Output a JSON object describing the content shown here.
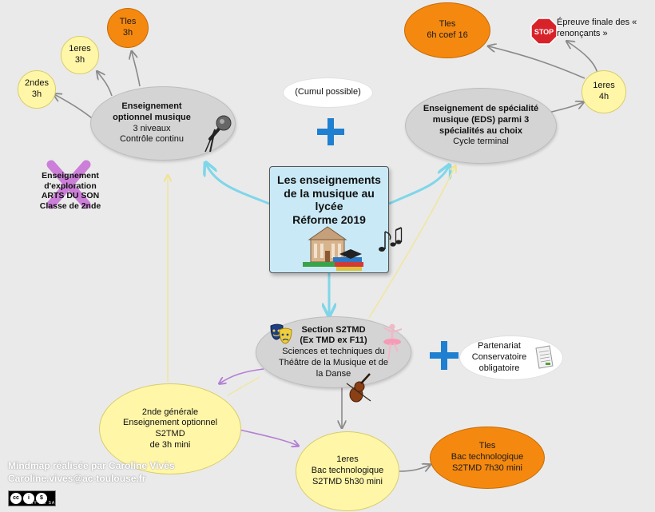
{
  "center": {
    "title_lines": [
      "Les enseignements",
      "de la musique au",
      "lycée",
      "Réforme 2019"
    ]
  },
  "optional": {
    "title": "Enseignement optionnel musique",
    "lines": [
      "3 niveaux",
      "Contrôle continu"
    ],
    "levels": [
      {
        "name": "2ndes",
        "hours": "3h"
      },
      {
        "name": "1eres",
        "hours": "3h"
      },
      {
        "name": "Tles",
        "hours": "3h"
      }
    ]
  },
  "specialty": {
    "title": "Enseignement de spécialité musique (EDS) parmi 3 spécialités au choix",
    "line": "Cycle terminal",
    "premiere": {
      "name": "1eres",
      "hours": "4h"
    },
    "terminale": {
      "name": "Tles",
      "hours": "6h coef 16"
    },
    "note": "Épreuve finale des « renonçants »",
    "stop_sign": "STOP"
  },
  "cumul": "(Cumul possible)",
  "exploration": {
    "lines": [
      "Enseignement",
      "d'exploration",
      "ARTS DU SON",
      "Classe de 2nde"
    ]
  },
  "s2tmd": {
    "title_lines": [
      "Section S2TMD",
      "(Ex TMD ex F11)"
    ],
    "lines": [
      "Sciences et techniques du",
      "Théâtre de la Musique et de",
      "la Danse"
    ],
    "partnership": [
      "Partenariat",
      "Conservatoire",
      "obligatoire"
    ],
    "seconde": [
      "2nde générale",
      "Enseignement optionnel",
      "S2TMD",
      "de 3h mini"
    ],
    "premiere": [
      "1eres",
      "Bac technologique",
      "S2TMD 5h30 mini"
    ],
    "terminale": [
      "Tles",
      "Bac technologique",
      "S2TMD 7h30 mini"
    ]
  },
  "credit": {
    "line1": "Mindmap réalisée par Caroline Vivès",
    "line2": "Caroline.vives@ac-toulouse.fr",
    "license": "BY NC SA",
    "license_badge": "cc"
  },
  "colors": {
    "yellow_node": "#fff6a8",
    "orange_node": "#f5890f",
    "grey_node": "#d4d4d4",
    "center_box": "#c9e9f6",
    "cyan_link": "#7fd6ea",
    "yellow_link": "#f3eca0",
    "purple_link": "#b47fd4",
    "grey_link": "#8a8a8a",
    "plus": "#1f7fd0",
    "cross": "#cc7fd8"
  },
  "icons": [
    "microphone-icon",
    "stop-sign-icon",
    "school-building-icon",
    "music-notes-icon",
    "theatre-masks-icon",
    "ballerina-icon",
    "violin-icon",
    "document-icon",
    "plus-icon",
    "cross-icon",
    "cc-license-icon"
  ]
}
